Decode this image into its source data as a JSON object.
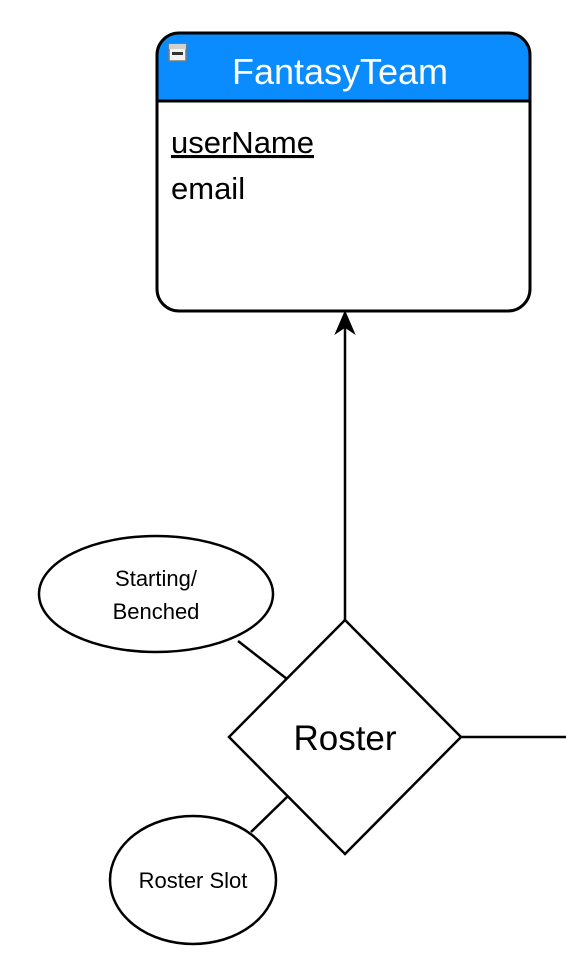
{
  "entity": {
    "title": "FantasyTeam",
    "attributes": [
      {
        "label": "userName",
        "key": true
      },
      {
        "label": "email",
        "key": false
      }
    ],
    "header_color": "#0a8cff",
    "collapse_icon": "minus-box-icon"
  },
  "relationship": {
    "label": "Roster"
  },
  "relationship_attributes": [
    {
      "line1": "Starting/",
      "line2": "Benched"
    },
    {
      "line1": "Roster Slot"
    }
  ]
}
